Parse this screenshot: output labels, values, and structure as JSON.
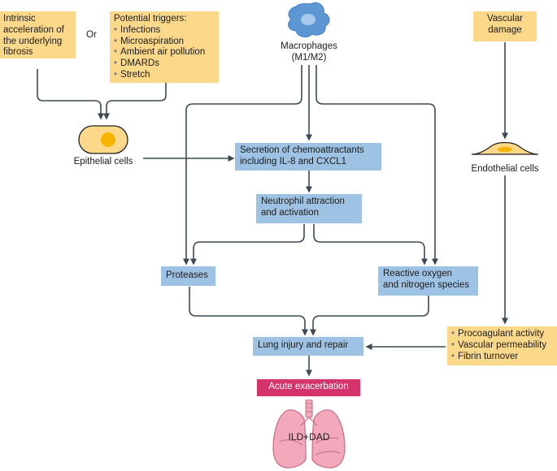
{
  "colors": {
    "yellow_box": "#fbd88a",
    "blue_box": "#9dc2e3",
    "pink_box": "#d4336b",
    "arrow": "#3d4a54",
    "macrophage": "#5d97d3",
    "lung": "#f2a9bb",
    "cell": "#fbd88a",
    "nucleus": "#f7b400"
  },
  "icons": {
    "macrophage": "macrophage-icon",
    "epithelial": "epithelial-cell-icon",
    "endothelial": "endothelial-cell-icon",
    "lungs": "lungs-icon"
  },
  "fibrosis_box": {
    "lines": [
      "Intrinsic",
      "acceleration of",
      "the underlying",
      "fibrosis"
    ]
  },
  "or_label": "Or",
  "triggers_box": {
    "title": "Potential triggers:",
    "items": [
      "Infections",
      "Microaspiration",
      "Ambient air pollution",
      "DMARDs",
      "Stretch"
    ]
  },
  "vascular_box": {
    "lines": [
      "Vascular",
      "damage"
    ]
  },
  "macrophages_label": {
    "lines": [
      "Macrophages",
      "(M1/M2)"
    ]
  },
  "epithelial_label": "Epithelial cells",
  "endothelial_label": "Endothelial cells",
  "chemo_box": {
    "lines": [
      "Secretion of chemoattractants",
      "including IL-8 and CXCL1"
    ]
  },
  "neutrophil_box": {
    "lines": [
      "Neutrophil attraction",
      "and activation"
    ]
  },
  "proteases_box": "Proteases",
  "ros_box": {
    "lines": [
      "Reactive oxygen",
      "and nitrogen species"
    ]
  },
  "injury_box": "Lung injury and repair",
  "coag_box": {
    "items": [
      "Procoagulant activity",
      "Vascular permeability",
      "Fibrin turnover"
    ]
  },
  "exacerbation_box": "Acute exacerbation",
  "lung_label": "ILD+DAD"
}
